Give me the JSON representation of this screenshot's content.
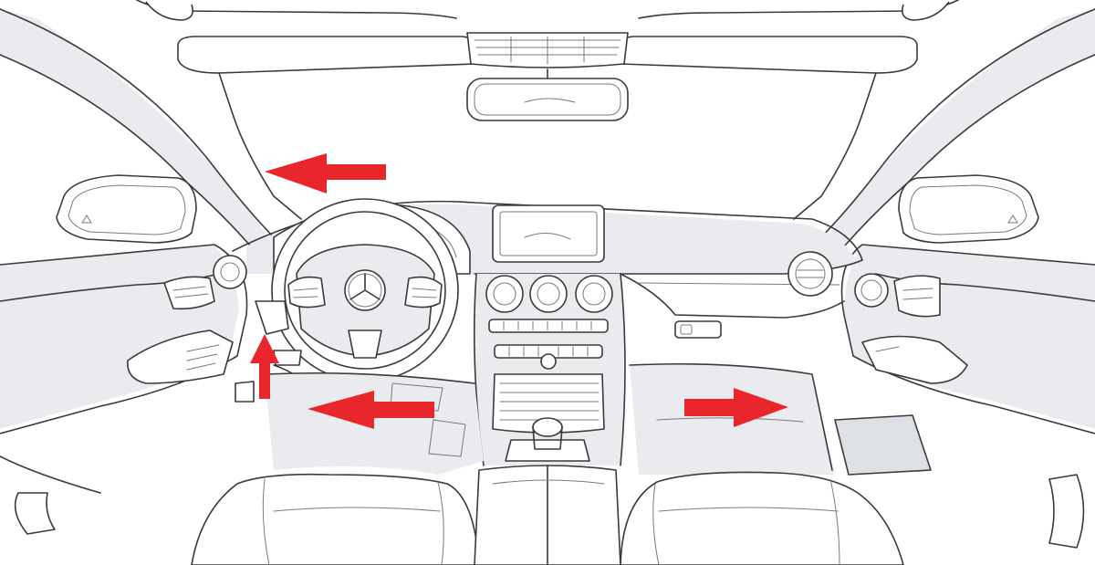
{
  "colors": {
    "arrow": "#e8262b",
    "line": "#3a3a3a",
    "shade": "#e9ebee",
    "background": "#ffffff"
  },
  "icons": {
    "logo": "three-pointed-star-icon",
    "arrow": "arrow-icon"
  },
  "arrows": [
    {
      "name": "arrow-a-pillar",
      "direction": "left"
    },
    {
      "name": "arrow-steering-column",
      "direction": "up"
    },
    {
      "name": "arrow-driver-footwell",
      "direction": "left"
    },
    {
      "name": "arrow-passenger-footwell",
      "direction": "right"
    }
  ]
}
